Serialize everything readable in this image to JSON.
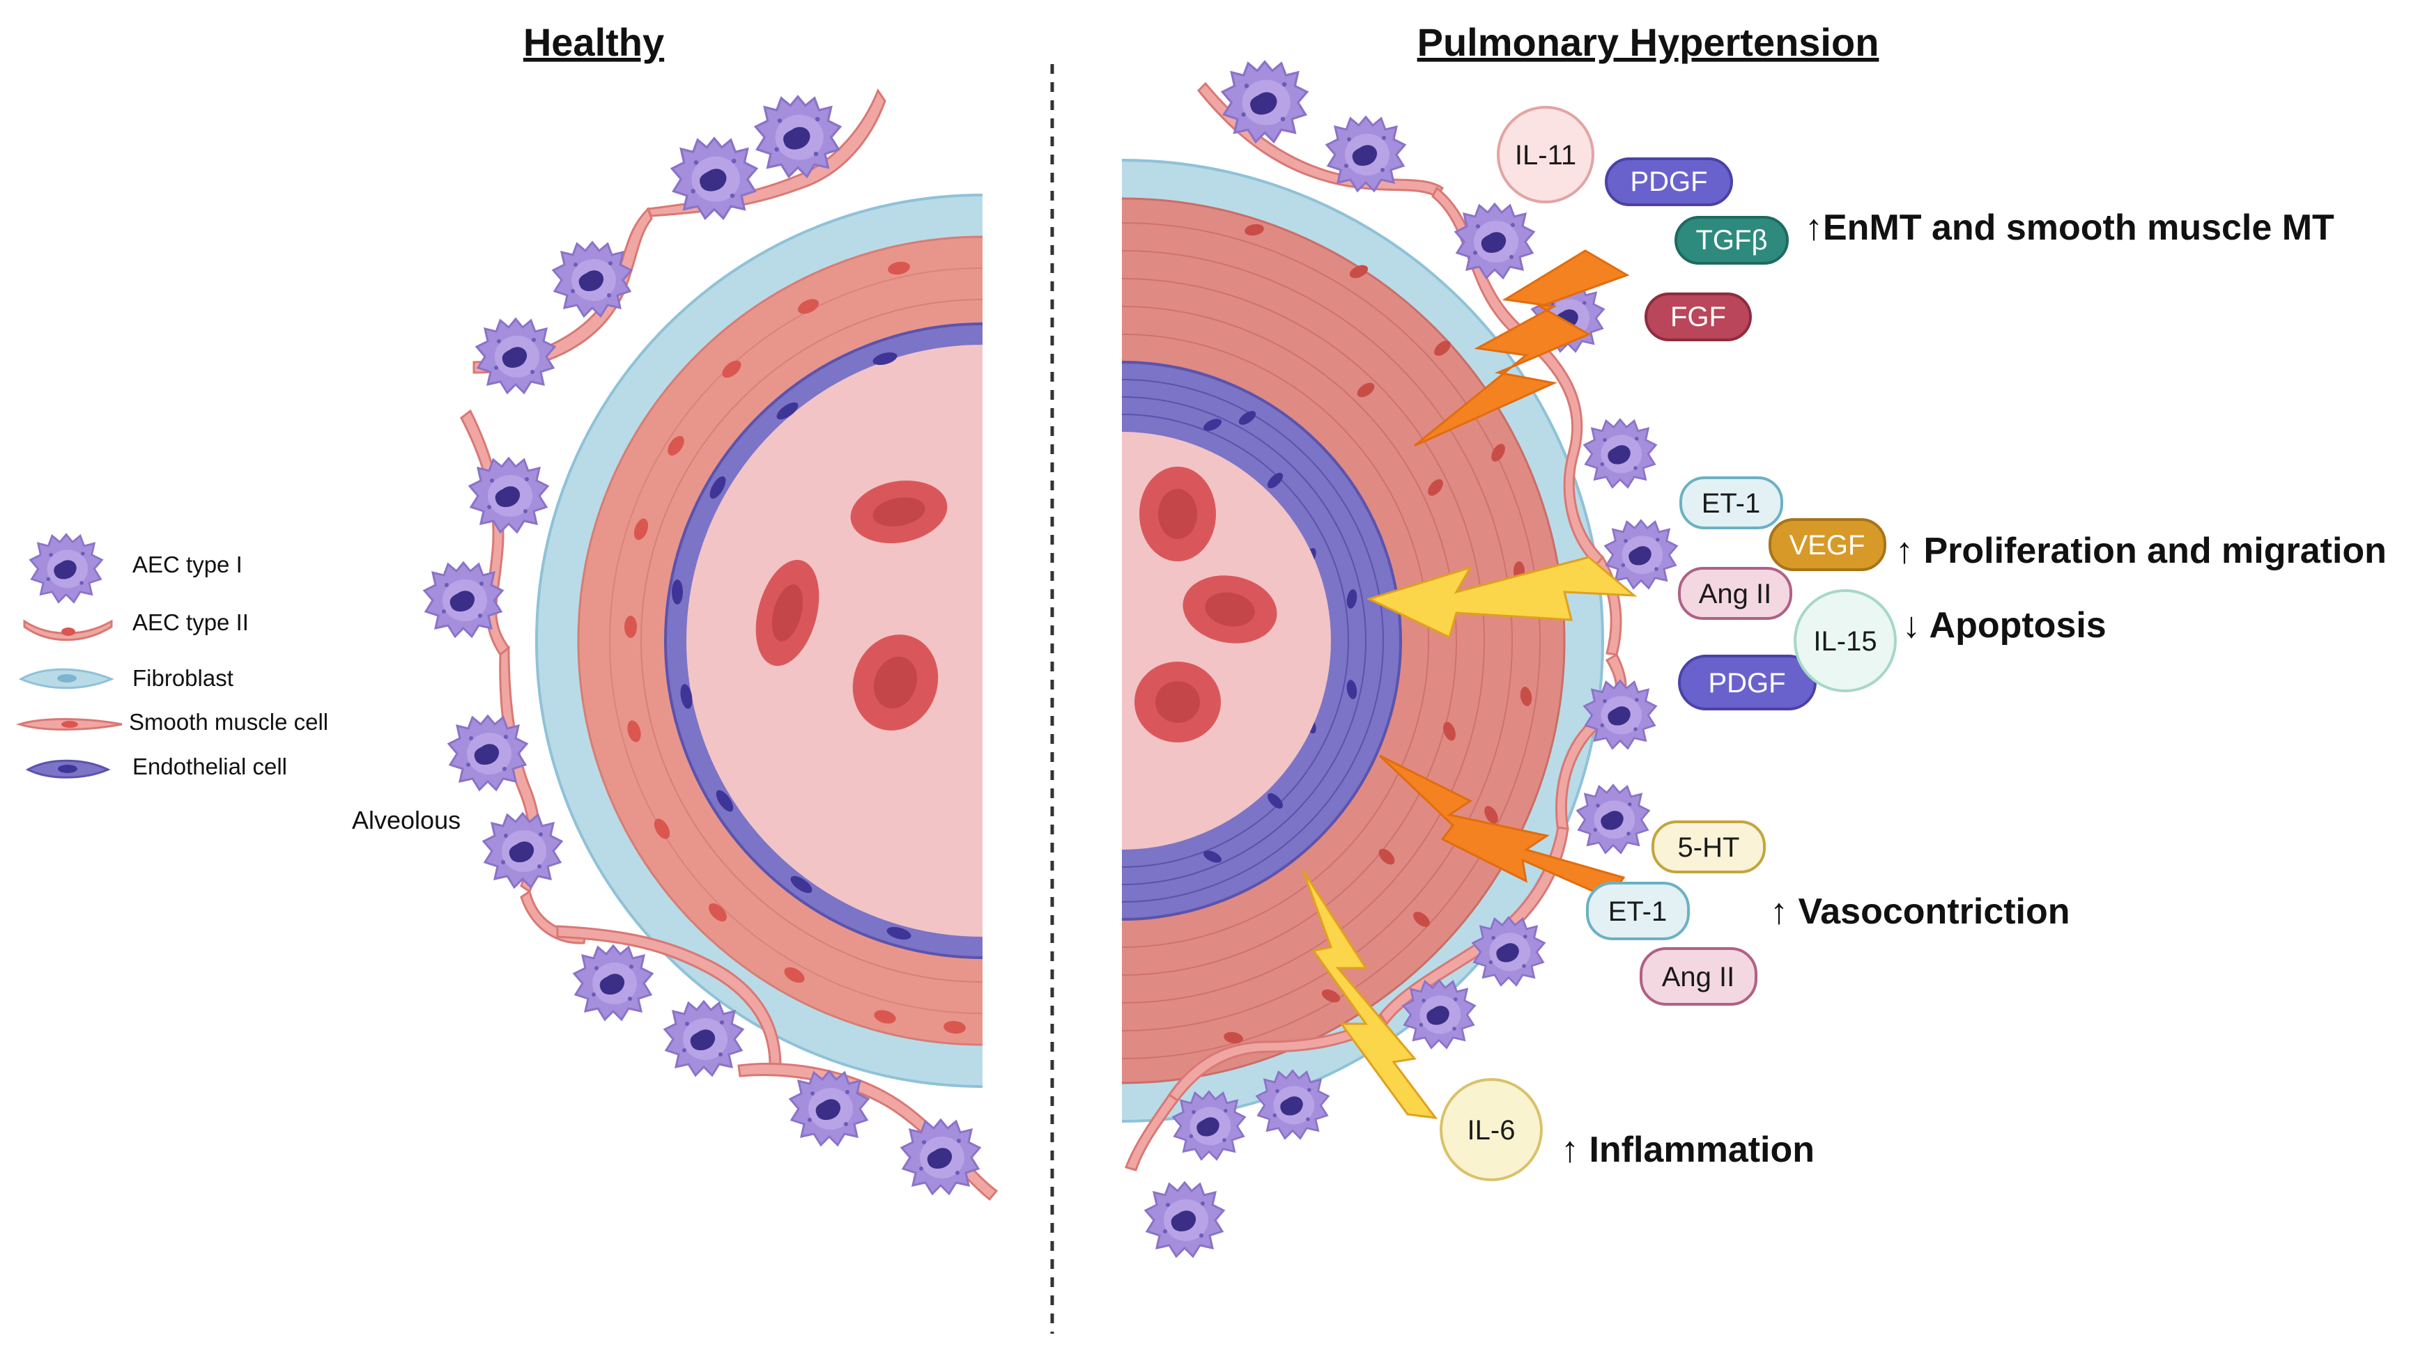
{
  "titles": {
    "healthy": "Healthy",
    "ph": "Pulmonary Hypertension"
  },
  "legend": [
    {
      "label": "AEC type I",
      "icon": "aec-type-1-icon"
    },
    {
      "label": "AEC type II",
      "icon": "aec-type-2-icon"
    },
    {
      "label": "Fibroblast",
      "icon": "fibroblast-icon"
    },
    {
      "label": "Smooth muscle cell",
      "icon": "smooth-muscle-cell-icon"
    },
    {
      "label": "Endothelial cell",
      "icon": "endothelial-cell-icon"
    }
  ],
  "alveolous_label": "Alveolous",
  "mediators": {
    "il11": "IL-11",
    "pdgf1": "PDGF",
    "tgfb": "TGFβ",
    "fgf": "FGF",
    "et1a": "ET-1",
    "vegf": "VEGF",
    "ang2a": "Ang II",
    "il15": "IL-15",
    "pdgf2": "PDGF",
    "ht5": "5-HT",
    "et1b": "ET-1",
    "ang2b": "Ang II",
    "il6": "IL-6"
  },
  "effects": {
    "enmt": "↑EnMT and smooth muscle MT",
    "prolif": "↑ Proliferation and migration",
    "apoptosis": "↓ Apoptosis",
    "vaso": "↑ Vasocontriction",
    "inflam": "↑ Inflammation"
  },
  "colors": {
    "fibroblast_layer": "#b9dbe8",
    "smooth_muscle_layer": "#e8968c",
    "endothelial": "#7b74c7",
    "lumen": "#f2c4c6",
    "rbc": "#d9575a",
    "aec1": "#a895d9",
    "aec2": "#f0a7a4",
    "lightning_orange": "#f58220",
    "lightning_yellow": "#fbd54a"
  }
}
